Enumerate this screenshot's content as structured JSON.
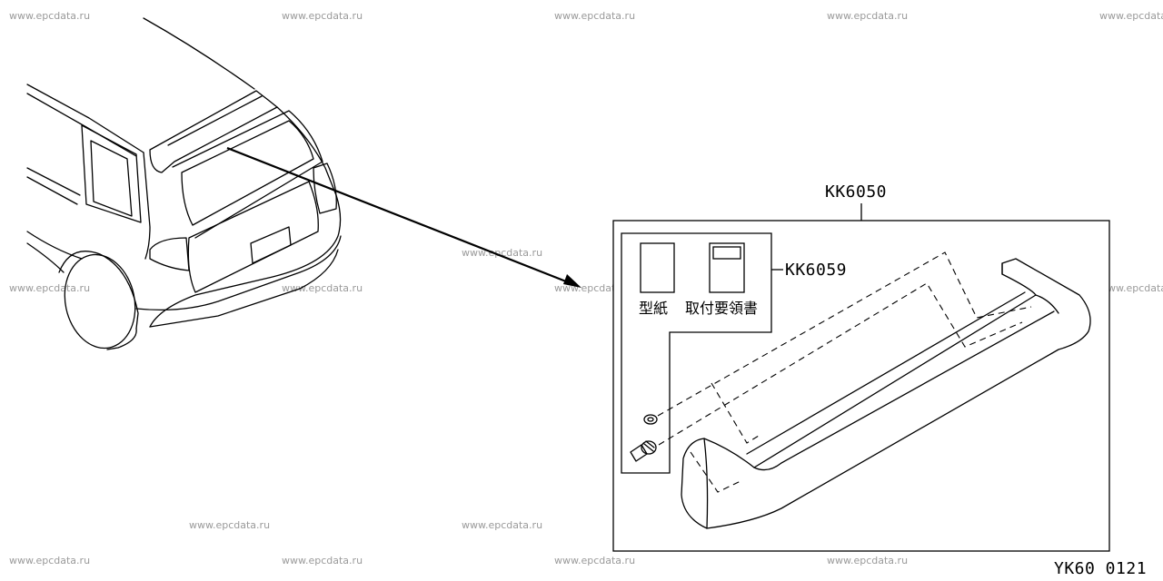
{
  "watermark": "www.epcdata.ru",
  "callouts": {
    "kit_part_number": "KK6050",
    "subkit_part_number": "KK6059"
  },
  "documents": {
    "template_label": "型紙",
    "instructions_label": "取付要領書"
  },
  "figure_code": "YK60 0121"
}
